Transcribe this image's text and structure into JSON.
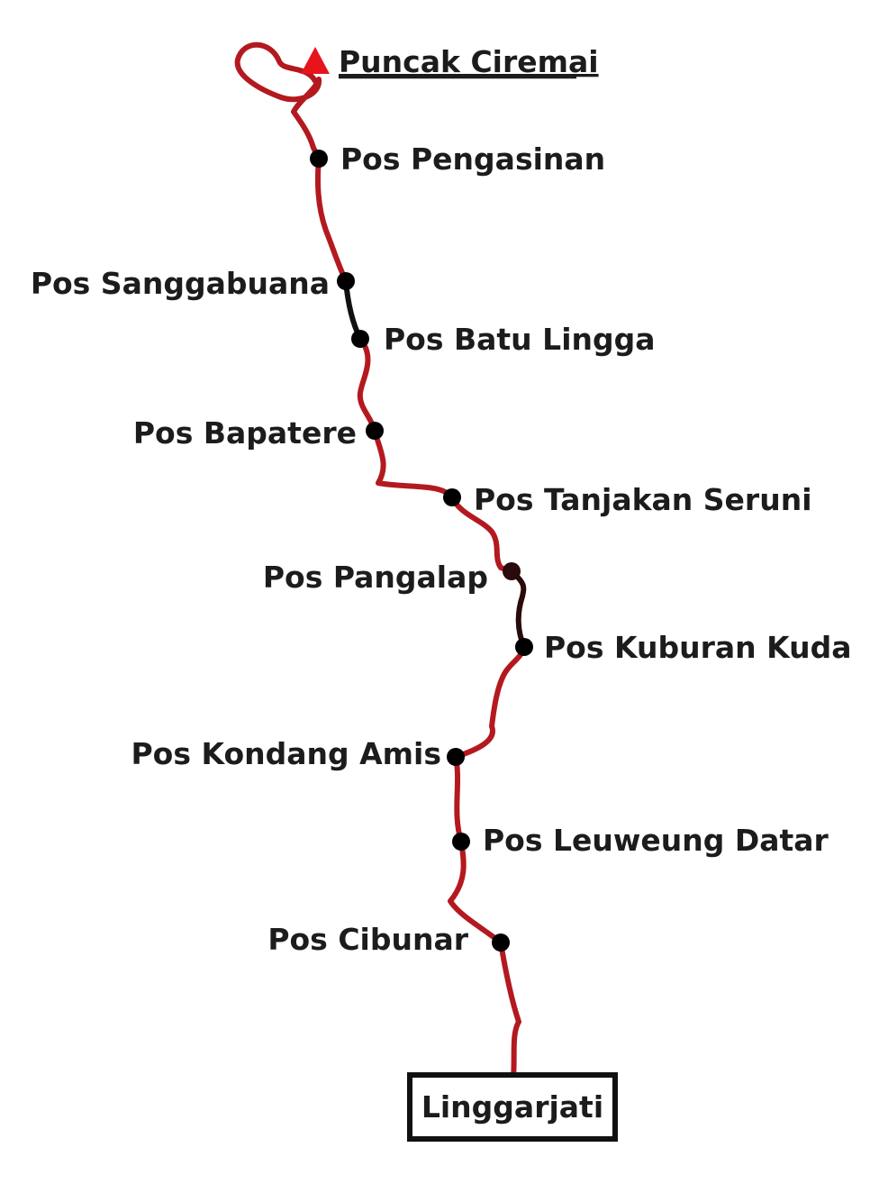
{
  "summit": {
    "label": "Puncak Ciremai",
    "marker_color": "#e8141b"
  },
  "trailhead": {
    "label": "Linggarjati"
  },
  "route_color": "#b3191f",
  "posts": [
    {
      "id": "pengasinan",
      "label": "Pos Pengasinan"
    },
    {
      "id": "sanggabuana",
      "label": "Pos Sanggabuana"
    },
    {
      "id": "batu-lingga",
      "label": "Pos Batu Lingga"
    },
    {
      "id": "bapatere",
      "label": "Pos Bapatere"
    },
    {
      "id": "tanjakan-seruni",
      "label": "Pos Tanjakan Seruni"
    },
    {
      "id": "pangalap",
      "label": "Pos Pangalap"
    },
    {
      "id": "kuburan-kuda",
      "label": "Pos Kuburan Kuda"
    },
    {
      "id": "kondang-amis",
      "label": "Pos Kondang Amis"
    },
    {
      "id": "leuweung-datar",
      "label": "Pos Leuweung Datar"
    },
    {
      "id": "cibunar",
      "label": "Pos Cibunar"
    }
  ]
}
